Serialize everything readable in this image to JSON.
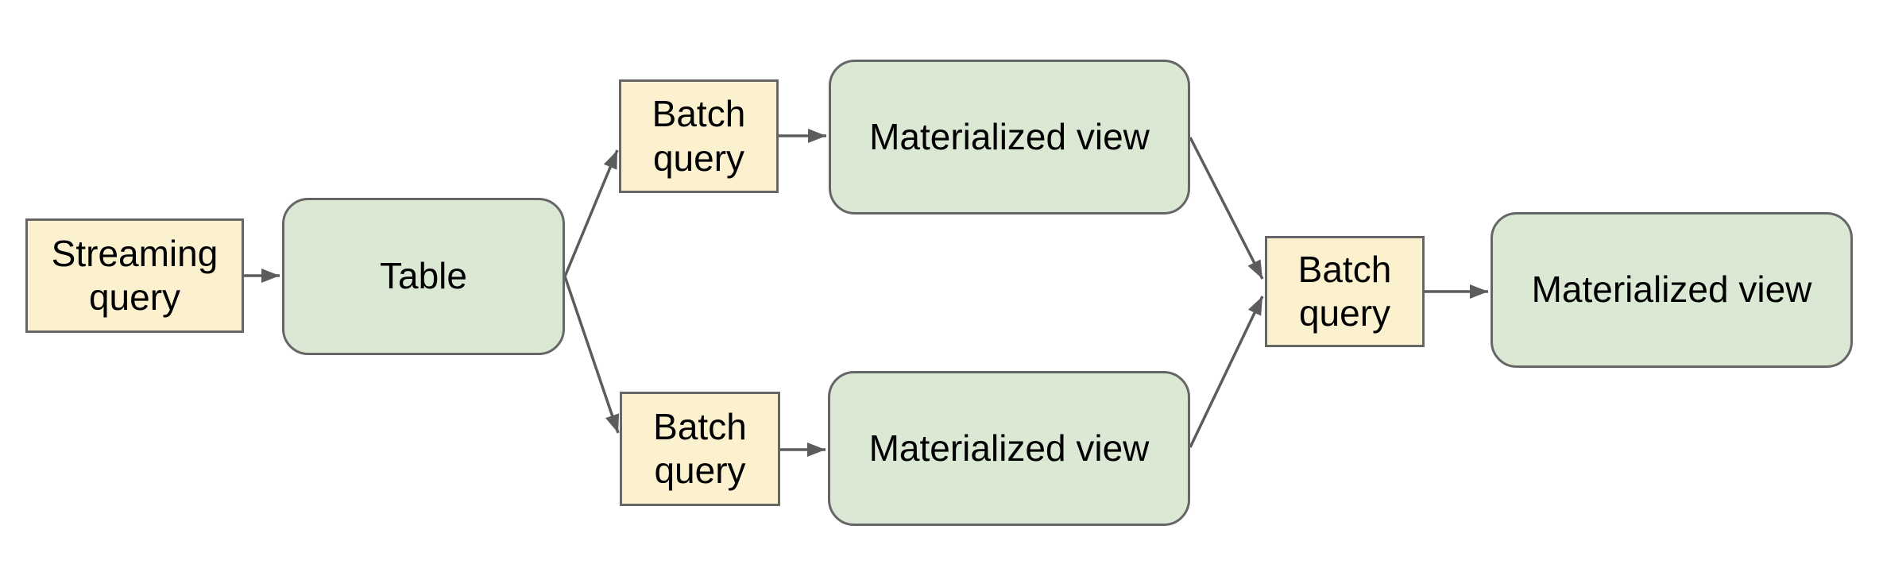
{
  "colors": {
    "box-yellow": "#fcf1cf",
    "box-green": "#dbe8d4",
    "border": "#666666",
    "connector": "#5c5c5c",
    "text": "#000000",
    "background": "#ffffff"
  },
  "diagram": {
    "nodes": {
      "streaming_query": {
        "label": "Streaming query",
        "shape": "rectangle",
        "fill": "yellow"
      },
      "table": {
        "label": "Table",
        "shape": "rounded-rectangle",
        "fill": "green"
      },
      "batch_query_top": {
        "label": "Batch query",
        "shape": "rectangle",
        "fill": "yellow"
      },
      "materialized_view_top": {
        "label": "Materialized view",
        "shape": "rounded-rectangle",
        "fill": "green"
      },
      "batch_query_bottom": {
        "label": "Batch query",
        "shape": "rectangle",
        "fill": "yellow"
      },
      "materialized_view_bottom": {
        "label": "Materialized view",
        "shape": "rounded-rectangle",
        "fill": "green"
      },
      "batch_query_right": {
        "label": "Batch query",
        "shape": "rectangle",
        "fill": "yellow"
      },
      "materialized_view_right": {
        "label": "Materialized view",
        "shape": "rounded-rectangle",
        "fill": "green"
      }
    },
    "edges": [
      {
        "from": "streaming_query",
        "to": "table"
      },
      {
        "from": "table",
        "to": "batch_query_top"
      },
      {
        "from": "table",
        "to": "batch_query_bottom"
      },
      {
        "from": "batch_query_top",
        "to": "materialized_view_top"
      },
      {
        "from": "batch_query_bottom",
        "to": "materialized_view_bottom"
      },
      {
        "from": "materialized_view_top",
        "to": "batch_query_right"
      },
      {
        "from": "materialized_view_bottom",
        "to": "batch_query_right"
      },
      {
        "from": "batch_query_right",
        "to": "materialized_view_right"
      }
    ]
  }
}
